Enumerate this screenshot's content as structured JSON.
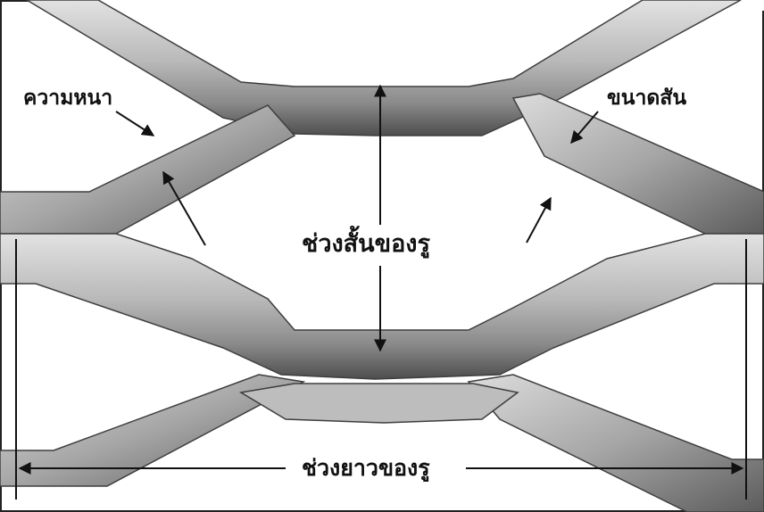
{
  "labels": {
    "thickness": "ความหนา",
    "strand_width": "ขนาดสัน",
    "short_way_of_diamond": "ช่วงสั้นของรู",
    "long_way_of_diamond": "ช่วงยาวของรู"
  },
  "colors": {
    "background": "#ffffff",
    "metal_light": "#d6d6d6",
    "metal_mid": "#a8a8a8",
    "metal_dark": "#5a5a5a",
    "annotation": "#111111"
  }
}
